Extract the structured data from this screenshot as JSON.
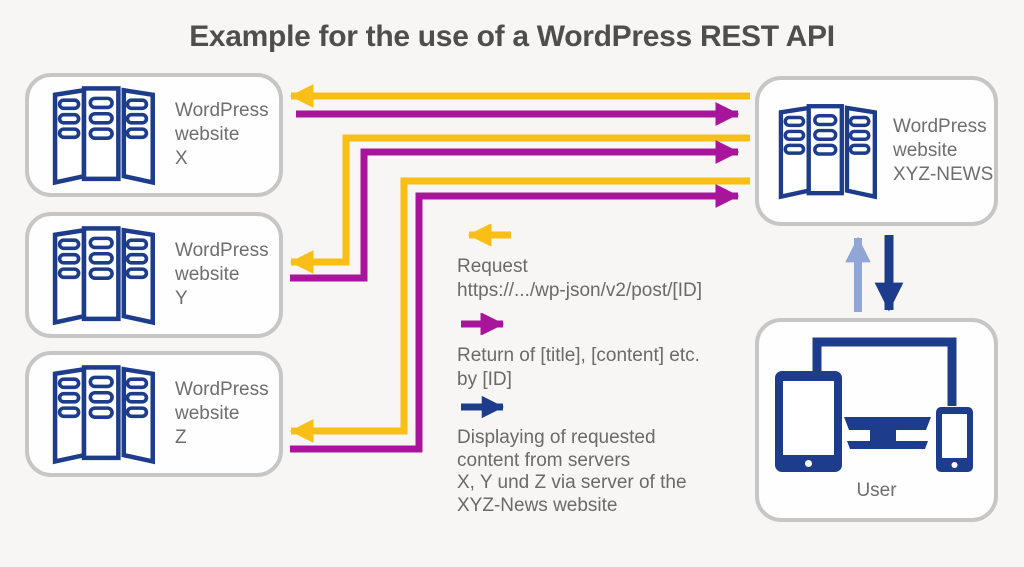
{
  "title": "Example for the use of a WordPress REST API",
  "colors": {
    "yellow": "#f9bf16",
    "magenta": "#a8159b",
    "navy": "#1d3d8c",
    "light_blue": "#8fa6d6",
    "box_border": "#c6c6c6",
    "text_gray": "#6e6e6e",
    "title_gray": "#4e4e4e",
    "background": "#f7f6f4"
  },
  "nodes": {
    "x": {
      "lines": [
        "WordPress",
        "website",
        "X"
      ]
    },
    "y": {
      "lines": [
        "WordPress",
        "website",
        "Y"
      ]
    },
    "z": {
      "lines": [
        "WordPress",
        "website",
        "Z"
      ]
    },
    "xyz": {
      "lines": [
        "WordPress",
        "website",
        "XYZ-NEWS"
      ]
    },
    "user": {
      "label": "User"
    }
  },
  "legend": {
    "request": {
      "lines": [
        "Request",
        "https://.../wp-json/v2/post/[ID]"
      ]
    },
    "return": {
      "lines": [
        "Return of [title], [content] etc.",
        "by [ID]"
      ]
    },
    "display": {
      "lines": [
        "Displaying of requested",
        "content from servers",
        "X, Y und Z via server of the",
        "XYZ-News website"
      ]
    }
  },
  "connections": [
    {
      "from": "WordPress website XYZ-NEWS",
      "to": "WordPress website X",
      "type": "request",
      "color": "yellow"
    },
    {
      "from": "WordPress website X",
      "to": "WordPress website XYZ-NEWS",
      "type": "return",
      "color": "magenta"
    },
    {
      "from": "WordPress website XYZ-NEWS",
      "to": "WordPress website Y",
      "type": "request",
      "color": "yellow"
    },
    {
      "from": "WordPress website Y",
      "to": "WordPress website XYZ-NEWS",
      "type": "return",
      "color": "magenta"
    },
    {
      "from": "WordPress website XYZ-NEWS",
      "to": "WordPress website Z",
      "type": "request",
      "color": "yellow"
    },
    {
      "from": "WordPress website Z",
      "to": "WordPress website XYZ-NEWS",
      "type": "return",
      "color": "magenta"
    },
    {
      "from": "User",
      "to": "WordPress website XYZ-NEWS",
      "type": "request",
      "color": "light_blue"
    },
    {
      "from": "WordPress website XYZ-NEWS",
      "to": "User",
      "type": "display",
      "color": "navy"
    }
  ]
}
